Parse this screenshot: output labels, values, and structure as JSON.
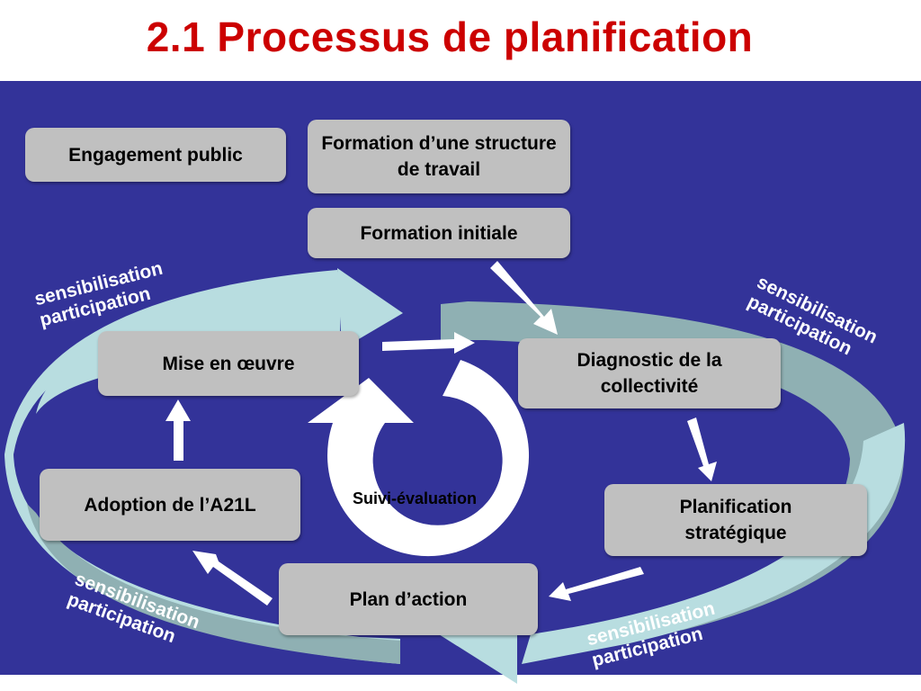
{
  "title": "2.1 Processus de planification",
  "steps": {
    "engagement": "Engagement public",
    "formation_structure": "Formation d’une structure de travail",
    "formation_initiale": "Formation initiale",
    "diagnostic": "Diagnostic de la collectivité",
    "planification": "Planification stratégique",
    "plan_action": "Plan d’action",
    "adoption": "Adoption de l’A21L",
    "mise_en_oeuvre": "Mise en œuvre"
  },
  "center_label": "Suivi-évaluation",
  "cycle_labels": {
    "line1": "sensibilisation",
    "line2": "participation"
  },
  "colors": {
    "title": "#cc0000",
    "background": "#333399",
    "box": "#c0c0c0",
    "ring_light": "#b8dde0",
    "ring_dark": "#8fb0b3",
    "arrow": "#ffffff"
  }
}
